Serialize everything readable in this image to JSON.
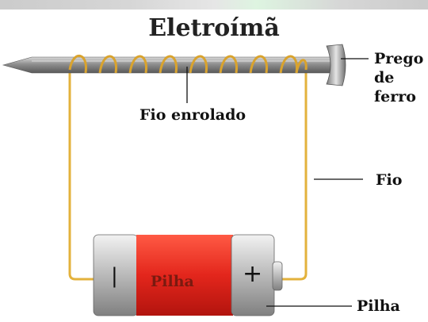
{
  "diagram": {
    "title": "Eletroímã",
    "labels": {
      "nail_line1": "Prego",
      "nail_line2": "de",
      "nail_line3": "ferro",
      "coil": "Fio enrolado",
      "wire": "Fio",
      "battery_outside": "Pilha",
      "battery_inside": "Pilha",
      "battery_minus": "|",
      "battery_plus": "+"
    },
    "colors": {
      "wire": "#e3b23c",
      "battery_body": "#e3261c",
      "battery_cap": "#c9c9c9",
      "nail": "#9a9a9a"
    }
  }
}
